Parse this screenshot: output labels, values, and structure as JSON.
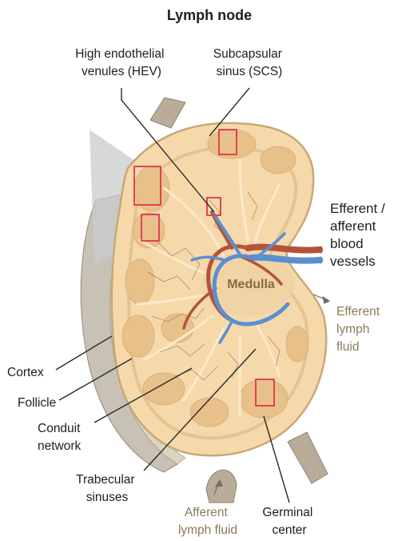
{
  "title": "Lymph node",
  "labels": {
    "hev": [
      "High endothelial",
      "venules (HEV)"
    ],
    "scs": [
      "Subcapsular",
      "sinus (SCS)"
    ],
    "blood_vessels": [
      "Efferent /",
      "afferent",
      "blood",
      "vessels"
    ],
    "medulla": "Medulla",
    "efferent_lymph": [
      "Efferent",
      "lymph",
      "fluid"
    ],
    "cortex": "Cortex",
    "follicle": "Follicle",
    "conduit": [
      "Conduit",
      "network"
    ],
    "trabecular": [
      "Trabecular",
      "sinuses"
    ],
    "afferent_lymph": [
      "Afferent",
      "lymph fluid"
    ],
    "germinal": [
      "Germinal",
      "center"
    ]
  },
  "colors": {
    "node_fill": "#f5d9ab",
    "follicle_fill": "#e8c08a",
    "capsule": "#c9a877",
    "artery": "#b5533a",
    "vein": "#5b8fd0",
    "highlight_box": "#e0364a",
    "lymph_vessel": "#a89880",
    "leader": "#2a2a2a"
  }
}
